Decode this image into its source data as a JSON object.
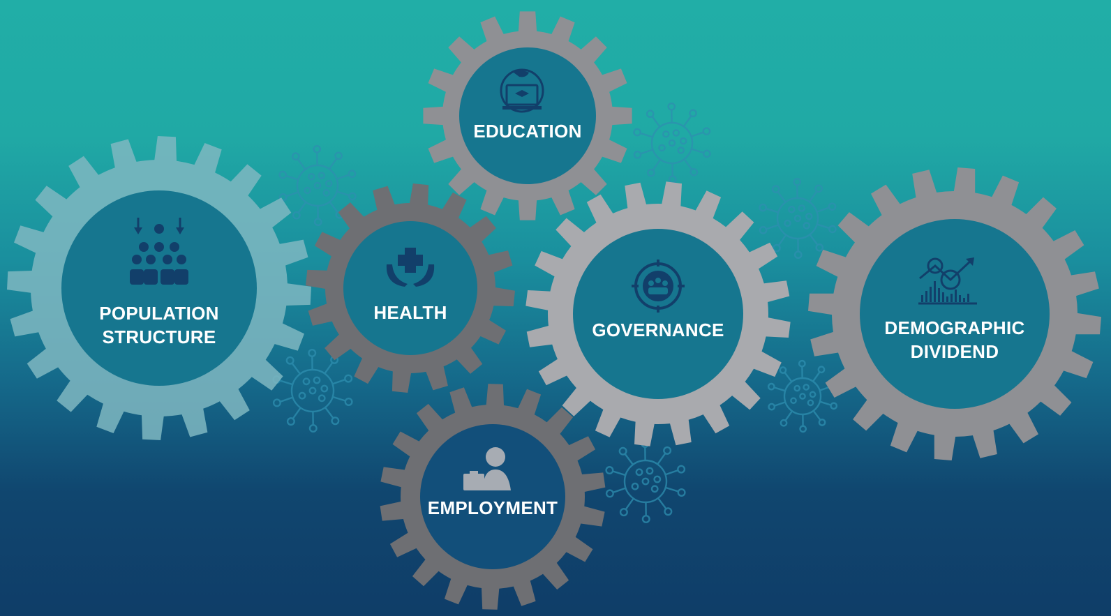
{
  "palette": {
    "gear_light_teal": "#7fb7c1",
    "gear_grey": "#8f9094",
    "gear_dark_grey": "#6e6f73",
    "gear_silver": "#a9aaae",
    "hub_teal": "#16768f",
    "hub_deep": "#124f7a",
    "icon_navy": "#123f6a",
    "icon_grey": "#a7acb3",
    "virus_line": "#2e8fb0",
    "label_white": "#ffffff"
  },
  "gears": [
    {
      "id": "population",
      "label_lines": [
        "POPULATION",
        "STRUCTURE"
      ],
      "icon": "people-group-icon",
      "color_key": "gear_light_teal"
    },
    {
      "id": "health",
      "label_lines": [
        "HEALTH"
      ],
      "icon": "health-cross-hands-icon",
      "color_key": "gear_dark_grey"
    },
    {
      "id": "education",
      "label_lines": [
        "EDUCATION"
      ],
      "icon": "globe-laptop-graduate-icon",
      "color_key": "gear_grey"
    },
    {
      "id": "governance",
      "label_lines": [
        "GOVERNANCE"
      ],
      "icon": "target-people-icon",
      "color_key": "gear_silver"
    },
    {
      "id": "employment",
      "label_lines": [
        "EMPLOYMENT"
      ],
      "icon": "businessman-briefcase-icon",
      "color_key": "gear_dark_grey"
    },
    {
      "id": "demographic",
      "label_lines": [
        "DEMOGRAPHIC",
        "DIVIDEND"
      ],
      "icon": "growth-chart-people-icon",
      "color_key": "gear_grey"
    }
  ],
  "decorations": {
    "virus_icon": "coronavirus-icon",
    "count": 6
  }
}
